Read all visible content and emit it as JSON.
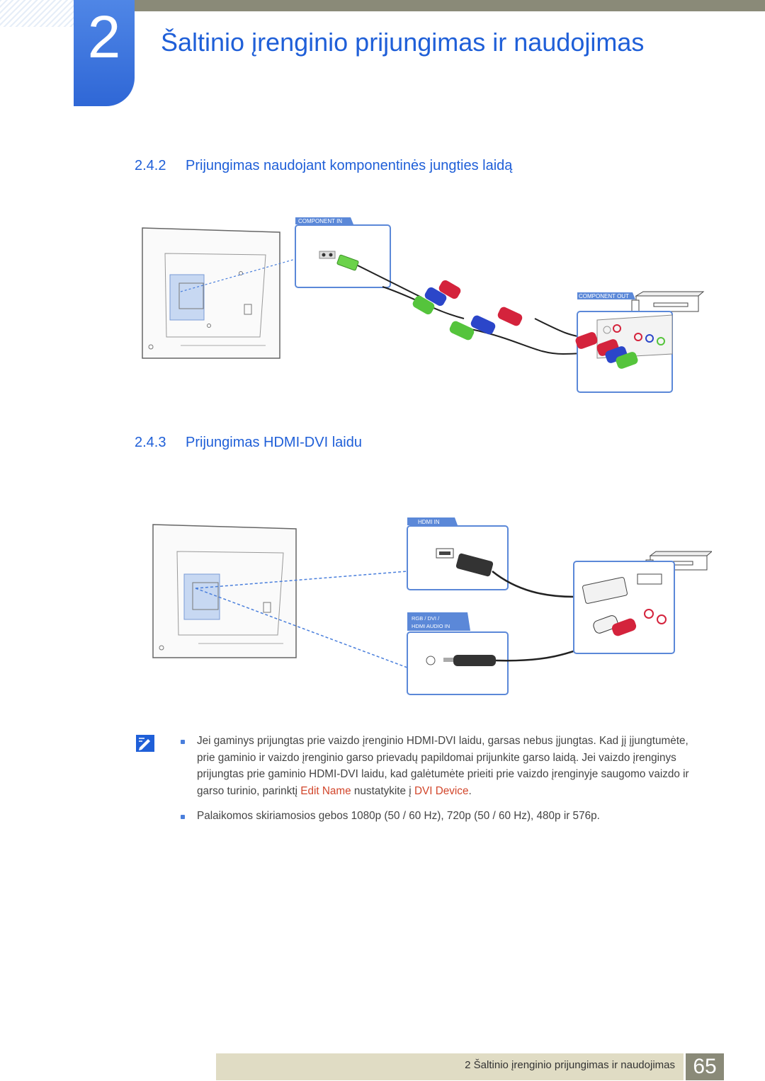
{
  "chapter": {
    "number": "2",
    "title": "Šaltinio įrenginio prijungimas ir naudojimas"
  },
  "sections": [
    {
      "number": "2.4.2",
      "title": "Prijungimas naudojant komponentinės jungties laidą"
    },
    {
      "number": "2.4.3",
      "title": "Prijungimas HDMI-DVI laidu"
    }
  ],
  "diagram1": {
    "port_label": "COMPONENT IN",
    "source_label": "COMPONENT OUT"
  },
  "diagram2": {
    "port_label_hdmi": "HDMI IN",
    "port_label_audio_line1": "RGB / DVI /",
    "port_label_audio_line2": "HDMI AUDIO IN"
  },
  "notes": {
    "note1_part1": "Jei gaminys prijungtas prie vaizdo įrenginio HDMI-DVI laidu, garsas nebus įjungtas. Kad jį įjungtumėte, prie gaminio ir vaizdo įrenginio garso prievadų papildomai prijunkite garso laidą. Jei vaizdo įrenginys prijungtas prie gaminio HDMI-DVI laidu, kad galėtumėte prieiti prie vaizdo įrenginyje saugomo vaizdo ir garso turinio, parinktį ",
    "note1_hl1": "Edit Name",
    "note1_part2": " nustatykite į ",
    "note1_hl2": "DVI Device",
    "note1_part3": ".",
    "note2": "Palaikomos skiriamosios gebos 1080p (50 / 60 Hz), 720p (50 / 60 Hz), 480p ir 576p."
  },
  "footer": {
    "text": "2 Šaltinio įrenginio prijungimas ir naudojimas",
    "page": "65"
  },
  "colors": {
    "accent_blue": "#1f5fd8",
    "highlight": "#d2462b",
    "footer_bar": "#e0dcc4",
    "page_box": "#8a8a78"
  }
}
